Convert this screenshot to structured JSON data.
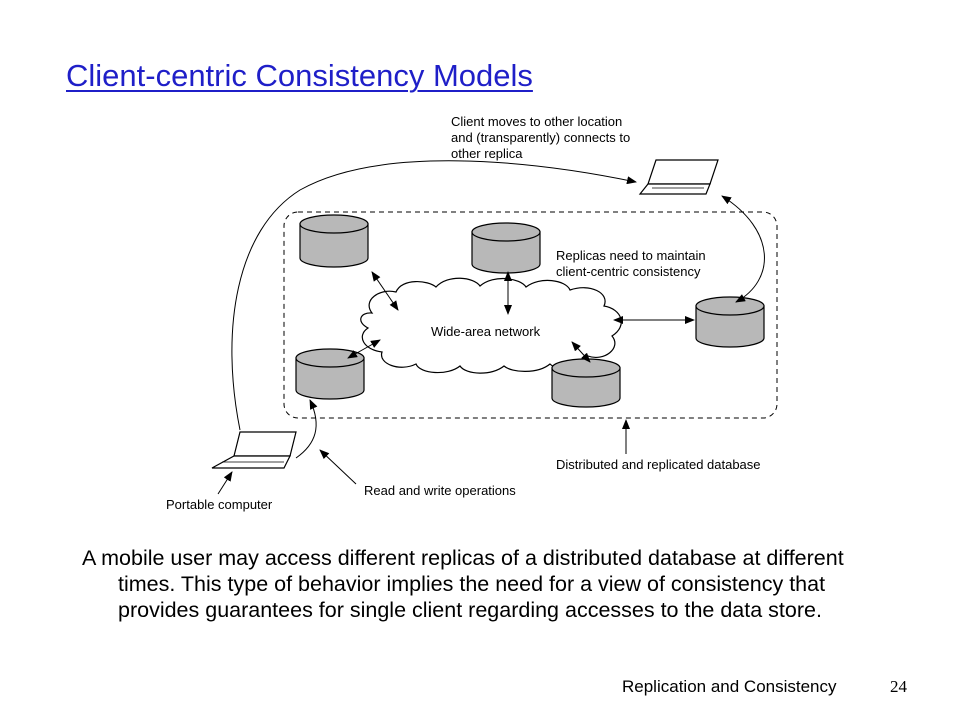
{
  "slide": {
    "title": "Client-centric  Consistency Models",
    "body": "A mobile user may access different replicas of a distributed database at different times.  This type of behavior implies the need for a view of consistency that provides guarantees for single client regarding accesses to the data store.",
    "footer_title": "Replication and Consistency",
    "page_number": "24"
  },
  "diagram": {
    "labels": {
      "client_moves": [
        "Client moves to other location",
        "and (transparently) connects to",
        "other replica"
      ],
      "replicas_maintain": [
        "Replicas need to maintain",
        "client-centric consistency"
      ],
      "network": "Wide-area network",
      "distributed_db": "Distributed and replicated database",
      "portable_computer": "Portable computer",
      "read_write": "Read and write operations"
    },
    "icons": {
      "database": "database-cylinder-icon",
      "laptop": "laptop-icon",
      "network": "cloud-icon"
    },
    "colors": {
      "cylinder_fill": "#b8b8b8",
      "cloud_fill": "#ffffff",
      "line": "#000000",
      "title": "#1f1fc8"
    }
  }
}
